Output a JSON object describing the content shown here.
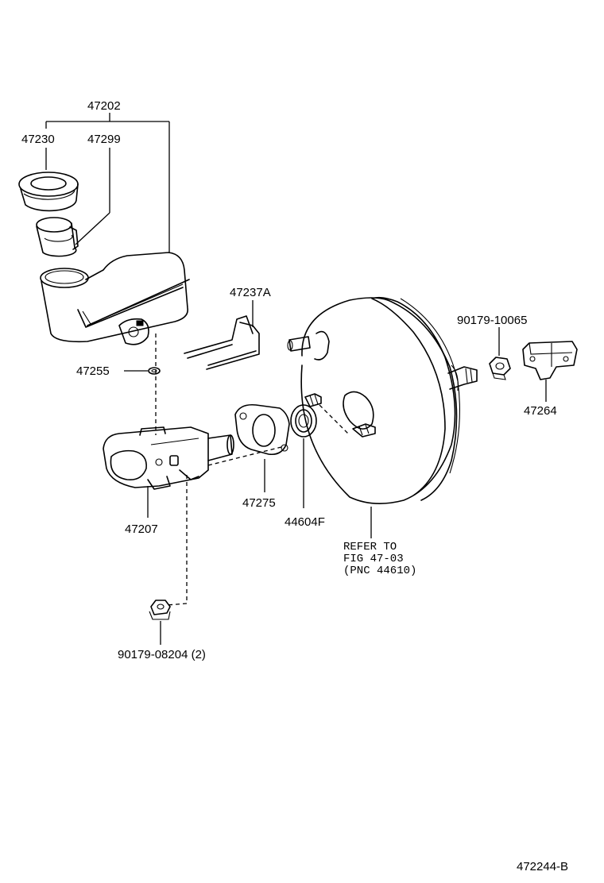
{
  "labels": {
    "p47202": "47202",
    "p47230": "47230",
    "p47299": "47299",
    "p47255": "47255",
    "p47237a": "47237A",
    "p47207": "47207",
    "p47275": "47275",
    "p44604f": "44604F",
    "p90179_10065": "90179-10065",
    "p47264": "47264",
    "p90179_08204": "90179-08204 (2)",
    "refer_line1": "REFER TO",
    "refer_line2": "FIG 47-03",
    "refer_line3": "(PNC 44610)",
    "figure_code": "472244-B"
  },
  "icons": [
    "reservoir-cap-icon",
    "reservoir-strainer-icon",
    "reservoir-tank-icon",
    "grommet-icon",
    "retaining-pin-icon",
    "master-cylinder-icon",
    "gasket-icon",
    "seal-icon",
    "brake-booster-icon",
    "nut-icon",
    "bracket-icon",
    "flange-nut-icon"
  ]
}
